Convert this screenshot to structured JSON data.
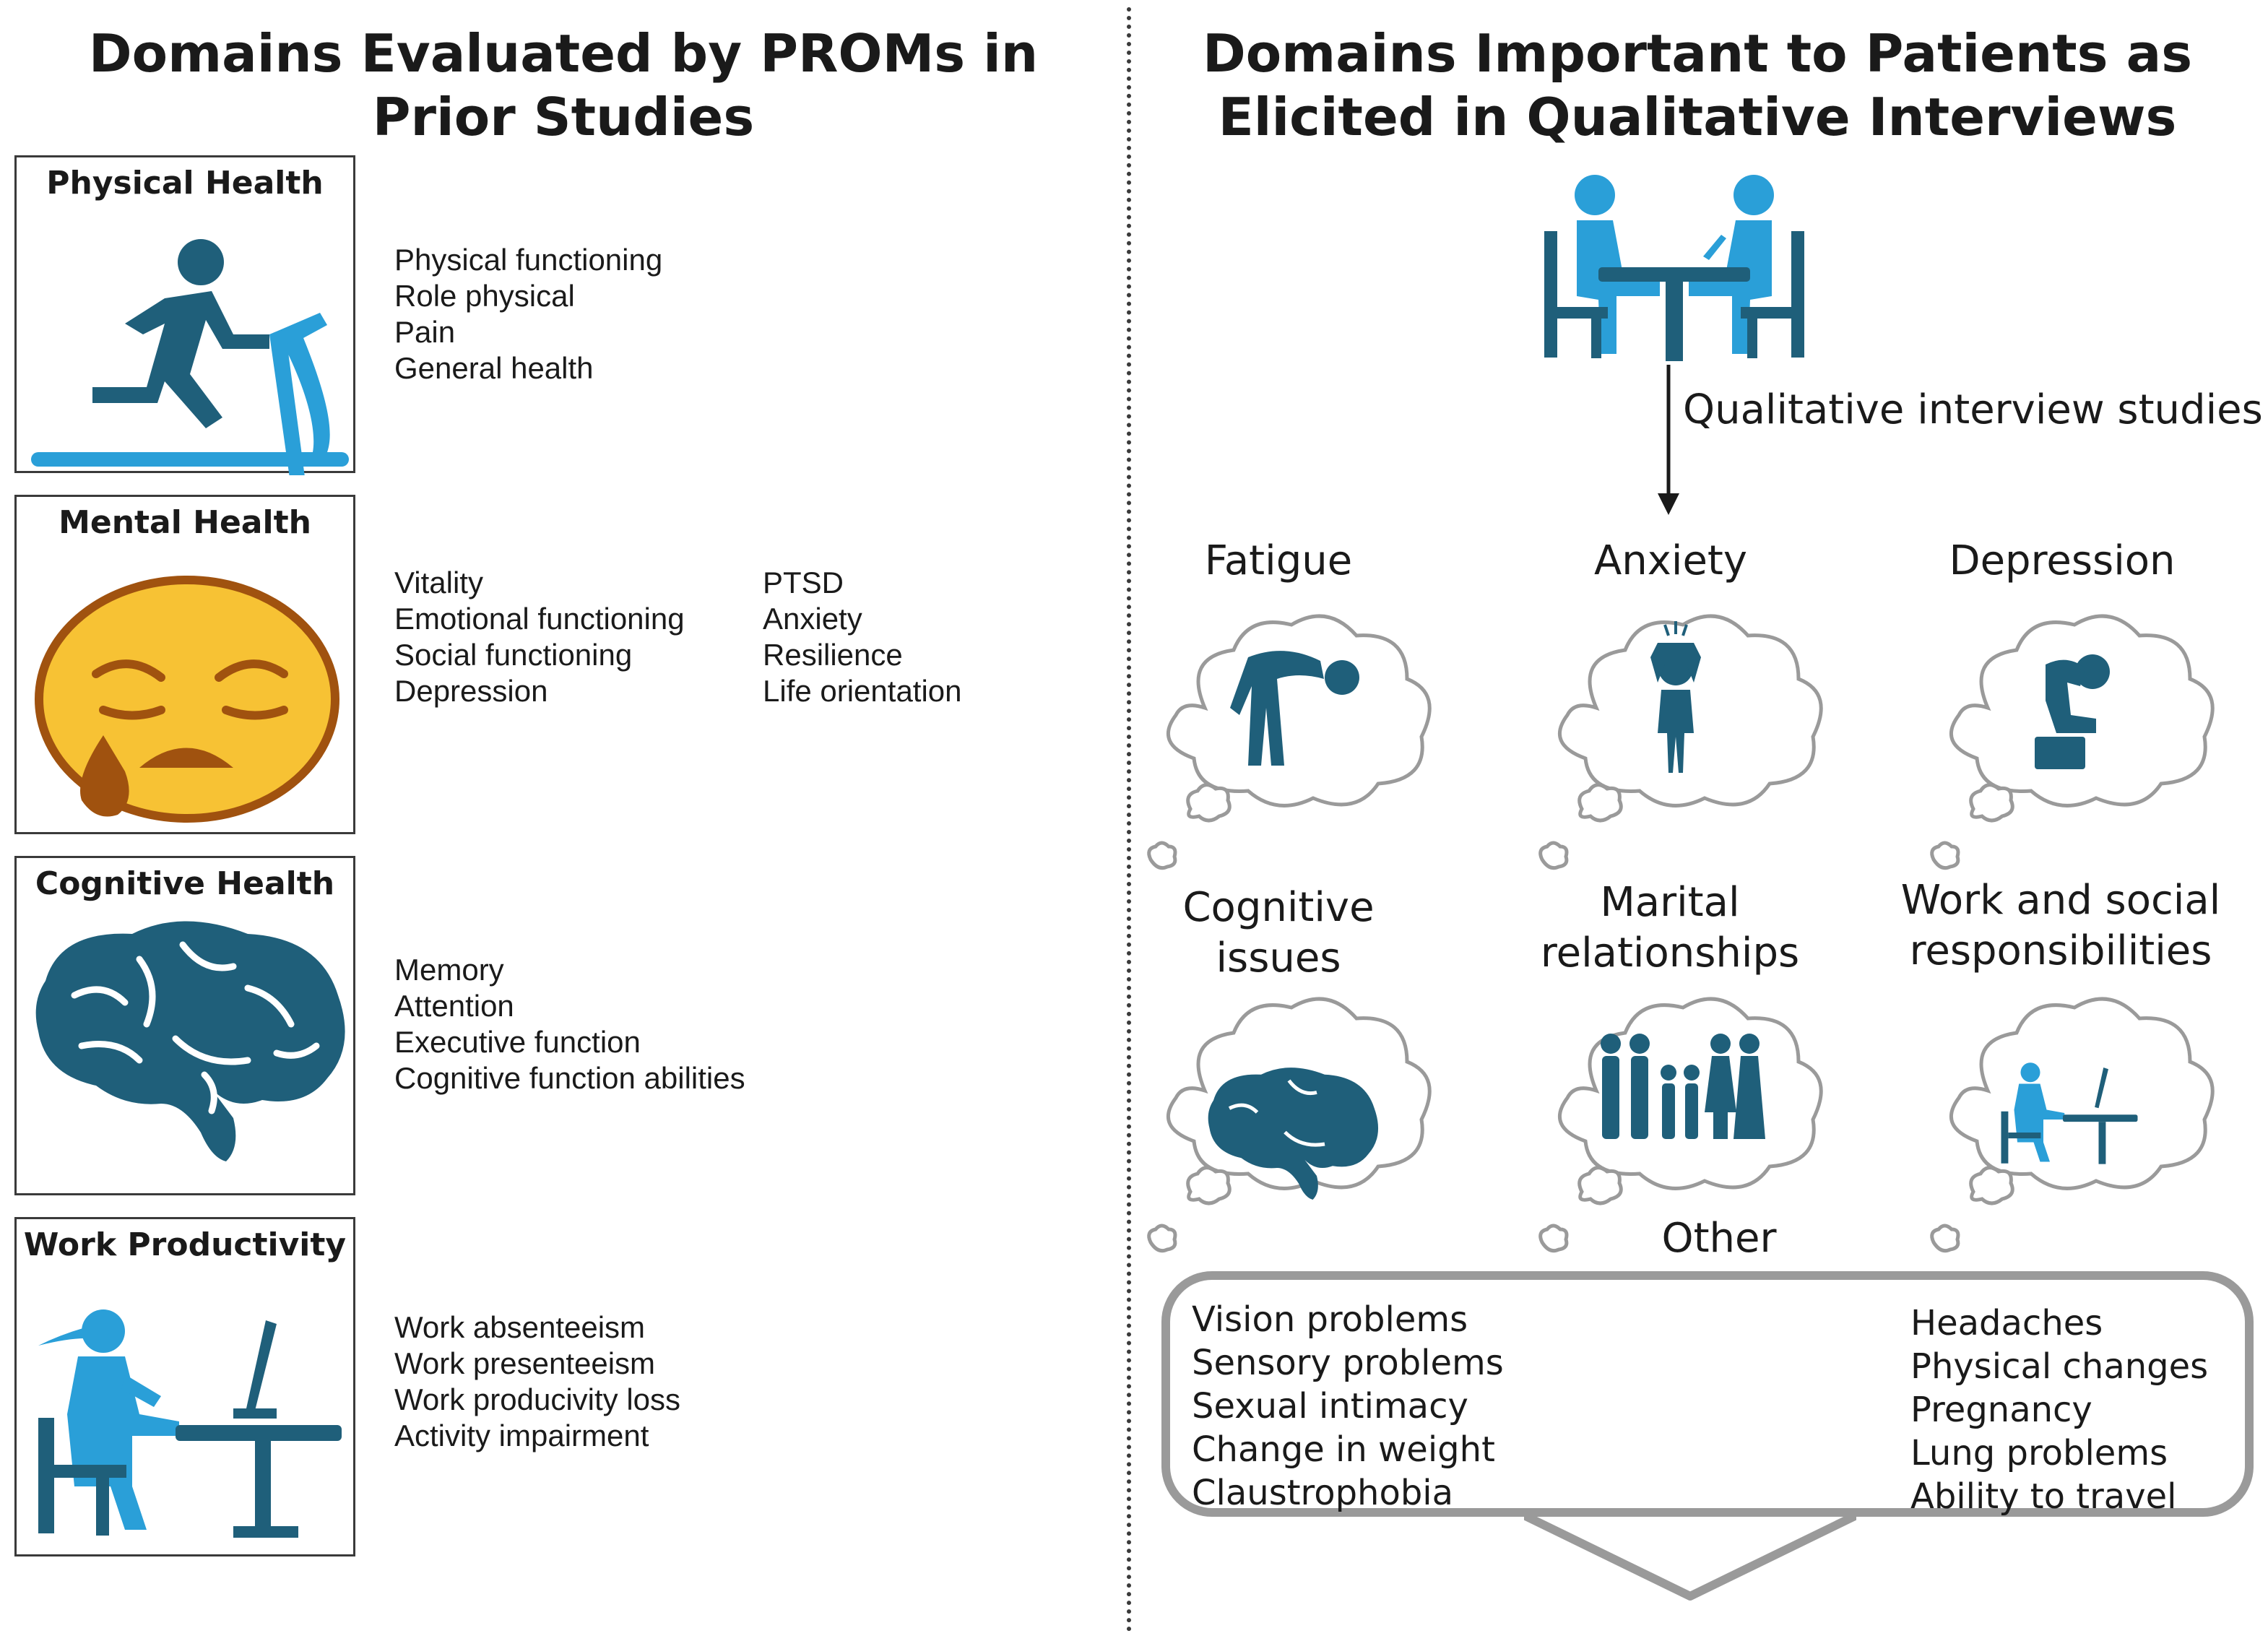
{
  "left": {
    "title": "Domains Evaluated by PROMs in Prior Studies",
    "boxes": [
      {
        "title": "Physical Health",
        "icon": "treadmill-runner-icon",
        "items": [
          "Physical functioning",
          "Role physical",
          "Pain",
          "General health"
        ]
      },
      {
        "title": "Mental Health",
        "icon": "sad-face-icon",
        "items": [
          "Vitality",
          "Emotional functioning",
          "Social functioning",
          "Depression"
        ],
        "items2": [
          "PTSD",
          "Anxiety",
          "Resilience",
          "Life orientation"
        ]
      },
      {
        "title": "Cognitive Health",
        "icon": "brain-icon",
        "items": [
          "Memory",
          "Attention",
          "Executive function",
          "Cognitive function abilities"
        ]
      },
      {
        "title": "Work Productivity",
        "icon": "person-at-desk-icon",
        "items": [
          "Work absenteeism",
          "Work presenteeism",
          "Work producivity loss",
          "Activity impairment"
        ]
      }
    ]
  },
  "right": {
    "title": "Domains Important to Patients as Elicited in Qualitative Interviews",
    "arrow_label": "Qualitative interview studies",
    "domains": [
      {
        "label": "Fatigue",
        "icon": "tired-person-icon"
      },
      {
        "label": "Anxiety",
        "icon": "anxious-person-icon"
      },
      {
        "label": "Depression",
        "icon": "depressed-person-icon"
      },
      {
        "label": "Cognitive issues",
        "icon": "brain-icon"
      },
      {
        "label": "Marital relationships",
        "icon": "family-icon"
      },
      {
        "label": "Work and social responsibilities",
        "icon": "person-at-desk-icon"
      }
    ],
    "other": {
      "label": "Other",
      "left_items": [
        "Vision problems",
        "Sensory problems",
        "Sexual intimacy",
        "Change in weight",
        "Claustrophobia"
      ],
      "right_items": [
        "Headaches",
        "Physical changes",
        "Pregnancy",
        "Lung problems",
        "Ability to travel"
      ]
    }
  },
  "colors": {
    "dark_teal": "#1f5f7a",
    "light_blue": "#2a9fd8",
    "face_yellow": "#f7c234",
    "face_brown": "#a0520f"
  }
}
